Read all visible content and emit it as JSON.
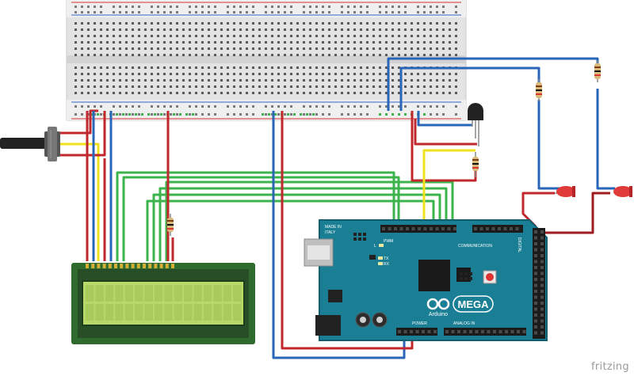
{
  "watermark": "fritzing",
  "colors": {
    "board_teal": "#1a7f95",
    "board_dark": "#0f5f70",
    "wire_red": "#c0282d",
    "wire_blue": "#2a66b8",
    "wire_yellow": "#f0e11c",
    "wire_green": "#3cb44b",
    "wire_dark_red": "#9e1b20",
    "lcd_green": "#b8d96a",
    "lcd_frame": "#2f6b2f",
    "breadboard": "#e6e6e6",
    "led_red": "#e03b3b"
  },
  "arduino": {
    "made_in": "MADE IN",
    "country": "ITALY",
    "pwm": "PWM",
    "communication": "COMMUNICATION",
    "tx": "TX",
    "rx": "RX",
    "l_label": "L",
    "mega": "MEGA",
    "brand": "Arduino",
    "power": "POWER",
    "analog_in": "ANALOG IN",
    "digital": "DIGITAL"
  },
  "components": [
    {
      "name": "breadboard"
    },
    {
      "name": "potentiometer"
    },
    {
      "name": "lcd-16x2"
    },
    {
      "name": "arduino-mega"
    },
    {
      "name": "temperature-sensor"
    },
    {
      "name": "led-1"
    },
    {
      "name": "led-2"
    },
    {
      "name": "resistor-lcd"
    },
    {
      "name": "resistor-sensor"
    },
    {
      "name": "resistor-led-1"
    },
    {
      "name": "resistor-led-2"
    }
  ]
}
